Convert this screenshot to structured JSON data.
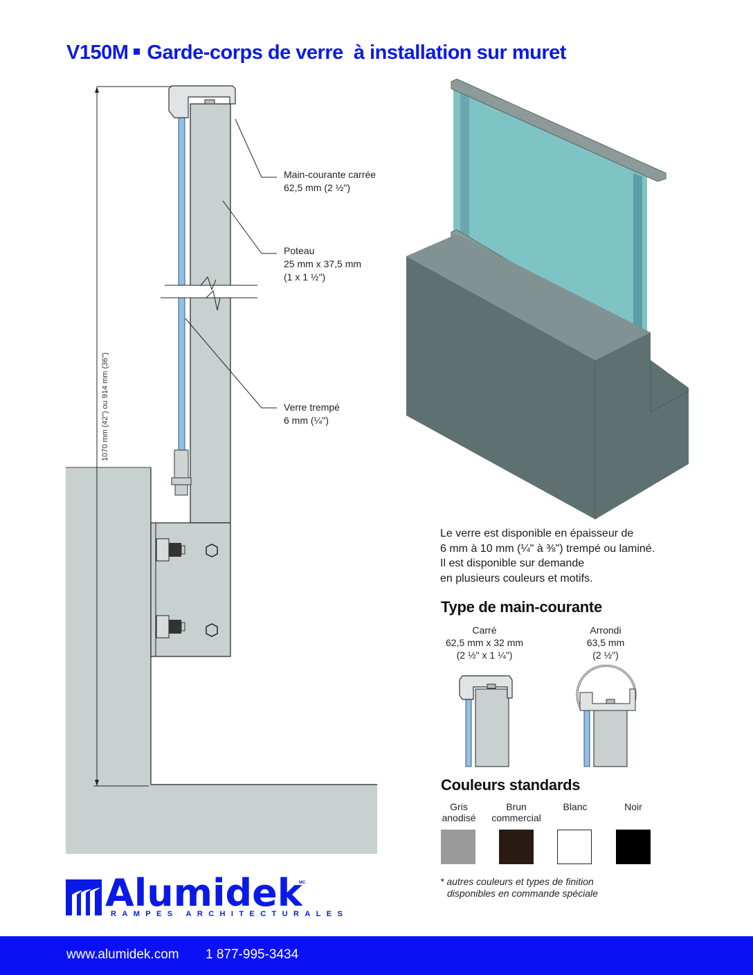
{
  "title": {
    "model": "V150M",
    "description": "Garde-corps de verre  à installation sur muret"
  },
  "section_drawing": {
    "dimension": "1070 mm (42\") ou 914 mm (36\")",
    "callouts": [
      {
        "name": "Main-courante carrée",
        "spec": "62,5 mm (2 ½\")"
      },
      {
        "name": "Poteau",
        "spec": "25 mm x 37,5 mm",
        "spec2": "(1 x 1 ½\")"
      },
      {
        "name": "Verre trempé",
        "spec": "6 mm (¼\")"
      }
    ]
  },
  "glass_info": {
    "lines": [
      "Le verre est disponible en épaisseur de",
      "6 mm à 10 mm (¼\" à ⅜\") trempé ou laminé.",
      "Il est disponible sur demande",
      "en plusieurs couleurs et motifs."
    ]
  },
  "handrail_types": {
    "heading": "Type de main-courante",
    "items": [
      {
        "name": "Carré",
        "dims": "62,5 mm x 32 mm",
        "imperial": "(2 ½\" x 1 ¼\")"
      },
      {
        "name": "Arrondi",
        "dims": "63,5 mm",
        "imperial": "(2 ½\")"
      }
    ]
  },
  "colors": {
    "heading": "Couleurs standards",
    "items": [
      {
        "label_line1": "Gris",
        "label_line2": "anodisé",
        "hex": "#9a9a9a"
      },
      {
        "label_line1": "Brun",
        "label_line2": "commercial",
        "hex": "#2a1a14"
      },
      {
        "label_line1": "Blanc",
        "label_line2": "",
        "hex": "#ffffff"
      },
      {
        "label_line1": "Noir",
        "label_line2": "",
        "hex": "#000000"
      }
    ],
    "note_line1": "* autres couleurs et types de finition",
    "note_line2": "disponibles en commande spéciale"
  },
  "logo": {
    "brand": "Alumidek",
    "tagline": "RAMPES ARCHITECTURALES",
    "mark": "MC"
  },
  "footer": {
    "website": "www.alumidek.com",
    "phone": "1 877-995-3434"
  },
  "palette": {
    "brand_blue": "#0a1ae6",
    "footer_blue": "#0a12f5",
    "steel_gray": "#c8d0d0",
    "glass_blue": "#8ec0ee",
    "glass_teal": "#7fc4c4",
    "wall_dark": "#5f7070"
  }
}
